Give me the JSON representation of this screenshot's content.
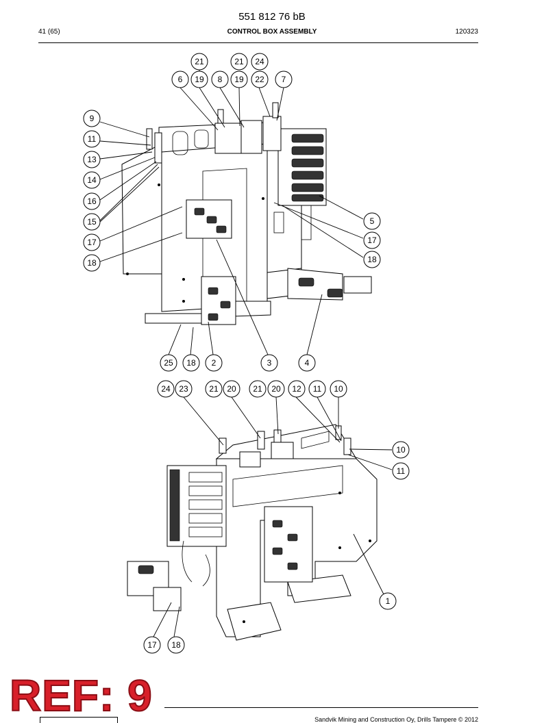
{
  "header": {
    "doc_number": "551 812 76 bB",
    "page_index": "41 (65)",
    "title": "CONTROL BOX ASSEMBLY",
    "date_code": "120323"
  },
  "callouts_upper": [
    "21",
    "21",
    "24",
    "6",
    "19",
    "8",
    "19",
    "22",
    "7",
    "9",
    "11",
    "13",
    "14",
    "16",
    "15",
    "17",
    "18",
    "5",
    "17",
    "18",
    "25",
    "18",
    "2",
    "3",
    "4"
  ],
  "callouts_lower": [
    "24",
    "23",
    "21",
    "20",
    "21",
    "20",
    "12",
    "11",
    "10",
    "10",
    "11",
    "1",
    "17",
    "18"
  ],
  "stamp": {
    "text": "REF: 9",
    "color": "#d8202a"
  },
  "footer": {
    "text": "Sandvik Mining and Construction Oy, Drills Tampere © 2012"
  }
}
